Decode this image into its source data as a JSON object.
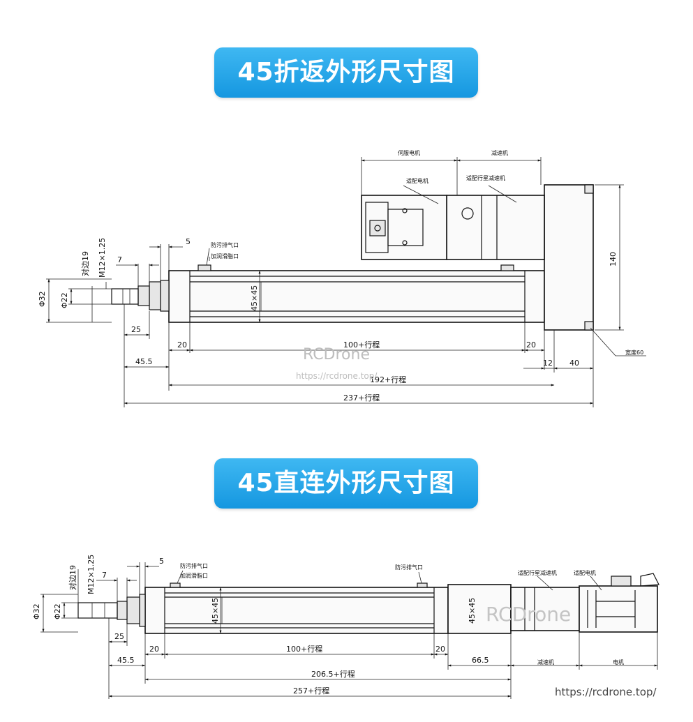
{
  "titles": {
    "folded": "45折返外形尺寸图",
    "direct": "45直连外形尺寸图"
  },
  "colors": {
    "banner": "#1ea3ea",
    "line": "#111111",
    "watermark": "#bdbdbd"
  },
  "folded": {
    "labels": {
      "servo_motor": "伺服电机",
      "reducer": "减速机",
      "adapt_motor": "适配电机",
      "adapt_planet_reducer": "适配行星减速机",
      "dust_vent": "防污排气口",
      "grease_port": "加润滑脂口",
      "width_note": "宽度60"
    },
    "dims": {
      "d32": "Φ32",
      "d22": "Φ22",
      "flats": "对边19",
      "thread": "M12×1.25",
      "d7": "7",
      "d5": "5",
      "d25": "25",
      "d45_5": "45.5",
      "d20a": "20",
      "d20b": "20",
      "stroke100": "100+行程",
      "section": "45×45",
      "h140": "140",
      "d12": "12",
      "d40": "40",
      "len192": "192+行程",
      "len237": "237+行程"
    },
    "watermark": "RCDrone",
    "watermark_url": "https://rcdrone.top/"
  },
  "direct": {
    "labels": {
      "dust_vent": "防污排气口",
      "grease_port": "加润滑脂口",
      "dust_vent2": "防污排气口",
      "adapt_planet_reducer": "适配行星减速机",
      "adapt_motor": "适配电机",
      "reducer": "减速机",
      "motor": "电机"
    },
    "dims": {
      "d32": "Φ32",
      "d22": "Φ22",
      "flats": "对边19",
      "thread": "M12×1.25",
      "d7": "7",
      "d5": "5",
      "d25": "25",
      "d45_5": "45.5",
      "d20a": "20",
      "d20b": "20",
      "stroke100": "100+行程",
      "section": "45×45",
      "section2": "45×45",
      "d66_5": "66.5",
      "len206": "206.5+行程",
      "len257": "257+行程"
    },
    "watermark": "RCDrone"
  },
  "footer_url": "https://rcdrone.top/"
}
